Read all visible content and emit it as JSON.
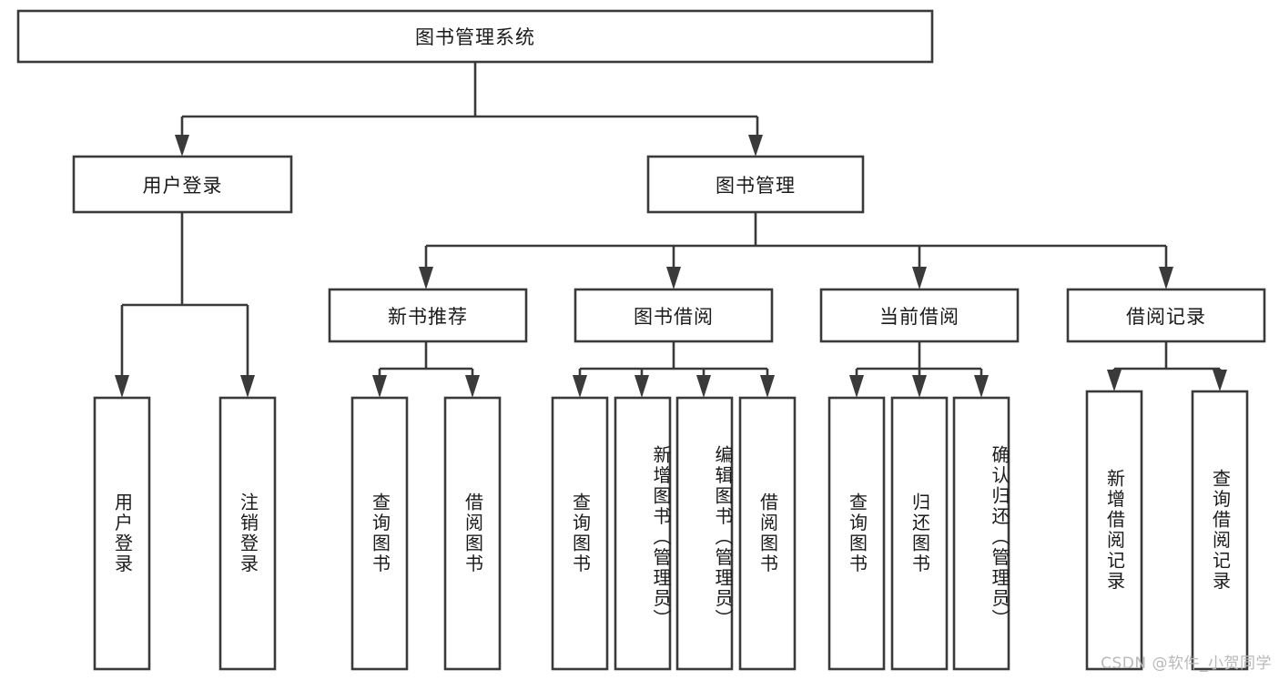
{
  "diagram": {
    "title": "图书管理系统",
    "type": "tree-hierarchy",
    "root": {
      "label": "图书管理系统"
    },
    "level2": [
      {
        "id": "user-login",
        "label": "用户登录"
      },
      {
        "id": "book-manage",
        "label": "图书管理"
      }
    ],
    "level3": [
      {
        "id": "new-book-rec",
        "label": "新书推荐",
        "parent": "book-manage"
      },
      {
        "id": "book-borrow",
        "label": "图书借阅",
        "parent": "book-manage"
      },
      {
        "id": "current-borrow",
        "label": "当前借阅",
        "parent": "book-manage"
      },
      {
        "id": "borrow-record",
        "label": "借阅记录",
        "parent": "book-manage"
      }
    ],
    "leaves": [
      {
        "id": "leaf-user-login",
        "label": "用户登录",
        "parent": "user-login"
      },
      {
        "id": "leaf-logout",
        "label": "注销登录",
        "parent": "user-login"
      },
      {
        "id": "leaf-query-book-1",
        "label": "查询图书",
        "parent": "new-book-rec"
      },
      {
        "id": "leaf-borrow-book-1",
        "label": "借阅图书",
        "parent": "new-book-rec"
      },
      {
        "id": "leaf-query-book-2",
        "label": "查询图书",
        "parent": "book-borrow"
      },
      {
        "id": "leaf-add-book",
        "label": "新增图书（管理员）",
        "parent": "book-borrow"
      },
      {
        "id": "leaf-edit-book",
        "label": "编辑图书（管理员）",
        "parent": "book-borrow"
      },
      {
        "id": "leaf-borrow-book-2",
        "label": "借阅图书",
        "parent": "book-borrow"
      },
      {
        "id": "leaf-query-book-3",
        "label": "查询图书",
        "parent": "current-borrow"
      },
      {
        "id": "leaf-return-book",
        "label": "归还图书",
        "parent": "current-borrow"
      },
      {
        "id": "leaf-confirm-return",
        "label": "确认归还（管理员）",
        "parent": "current-borrow"
      },
      {
        "id": "leaf-add-record",
        "label": "新增借阅记录",
        "parent": "borrow-record"
      },
      {
        "id": "leaf-query-record",
        "label": "查询借阅记录",
        "parent": "borrow-record"
      }
    ],
    "watermark": "CSDN @软件_小贺同学",
    "colors": {
      "stroke": "#3a3a3a",
      "fill": "#ffffff",
      "text": "#1a1a1a",
      "watermark": "#b9b9b9"
    }
  }
}
